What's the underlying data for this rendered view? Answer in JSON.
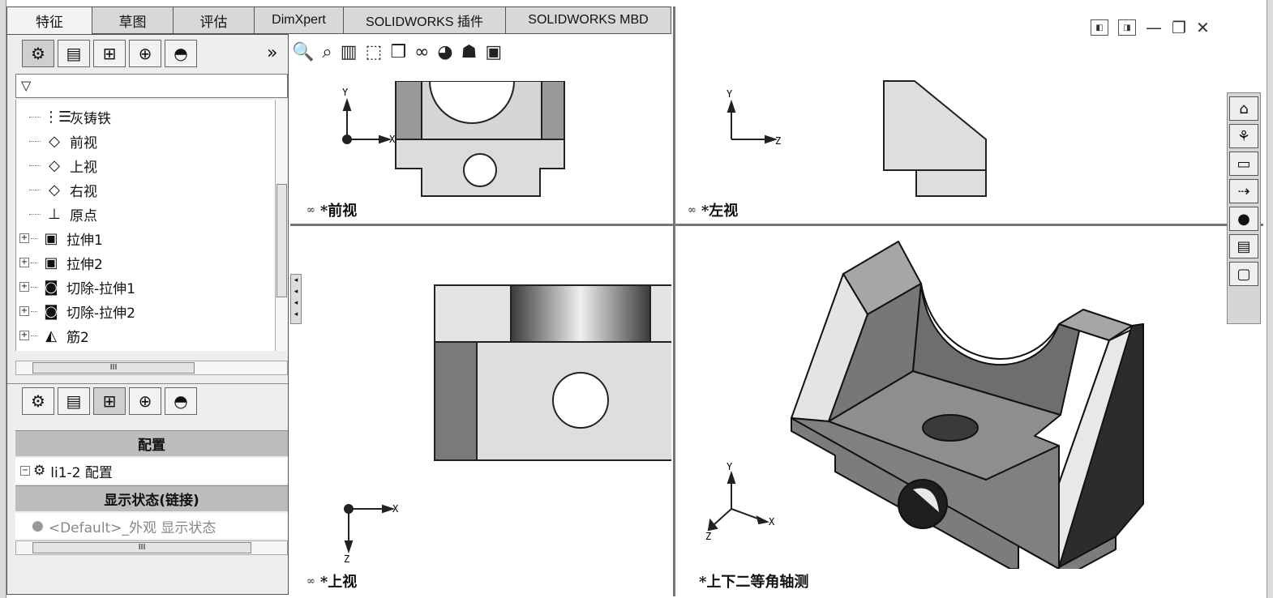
{
  "tabs": [
    "特征",
    "草图",
    "评估",
    "DimXpert",
    "SOLIDWORKS 插件",
    "SOLIDWORKS MBD"
  ],
  "panel": {
    "top_icons": [
      "featuremanager-icon",
      "propertymanager-icon",
      "configurationmanager-icon",
      "dimxpert-icon",
      "display-manager-icon"
    ],
    "more": "»",
    "filter_symbol": "▽",
    "tree": [
      {
        "icon": "material-icon",
        "glyph": "⋮☰",
        "label": "灰铸铁",
        "expand": false
      },
      {
        "icon": "plane-icon",
        "glyph": "◇",
        "label": "前视",
        "expand": false
      },
      {
        "icon": "plane-icon",
        "glyph": "◇",
        "label": "上视",
        "expand": false
      },
      {
        "icon": "plane-icon",
        "glyph": "◇",
        "label": "右视",
        "expand": false
      },
      {
        "icon": "origin-icon",
        "glyph": "⊥",
        "label": "原点",
        "expand": false
      },
      {
        "icon": "extrude-icon",
        "glyph": "▣",
        "label": "拉伸1",
        "expand": true
      },
      {
        "icon": "extrude-icon",
        "glyph": "▣",
        "label": "拉伸2",
        "expand": true
      },
      {
        "icon": "cut-extrude-icon",
        "glyph": "◙",
        "label": "切除-拉伸1",
        "expand": true
      },
      {
        "icon": "cut-extrude-icon",
        "glyph": "◙",
        "label": "切除-拉伸2",
        "expand": true
      },
      {
        "icon": "rib-icon",
        "glyph": "◭",
        "label": "筋2",
        "expand": true
      }
    ],
    "scroll_thumb": "III",
    "config_header": "配置",
    "config_item": "li1-2 配置",
    "display_header": "显示状态(链接)",
    "display_item": "<Default>_外观 显示状态"
  },
  "viewports": {
    "front": {
      "label": "*前视"
    },
    "left": {
      "label": "*左视"
    },
    "top": {
      "label": "*上视"
    },
    "iso": {
      "label": "*上下二等角轴测"
    }
  },
  "axes": {
    "x": "X",
    "y": "Y",
    "z": "Z"
  },
  "taskpane": [
    "home-icon",
    "design-library-icon",
    "file-explorer-icon",
    "view-palette-icon",
    "appearances-icon",
    "custom-properties-icon",
    "forum-icon"
  ],
  "window_controls": [
    "tile-left-icon",
    "tile-right-icon",
    "minimize-icon",
    "restore-icon",
    "close-icon"
  ]
}
